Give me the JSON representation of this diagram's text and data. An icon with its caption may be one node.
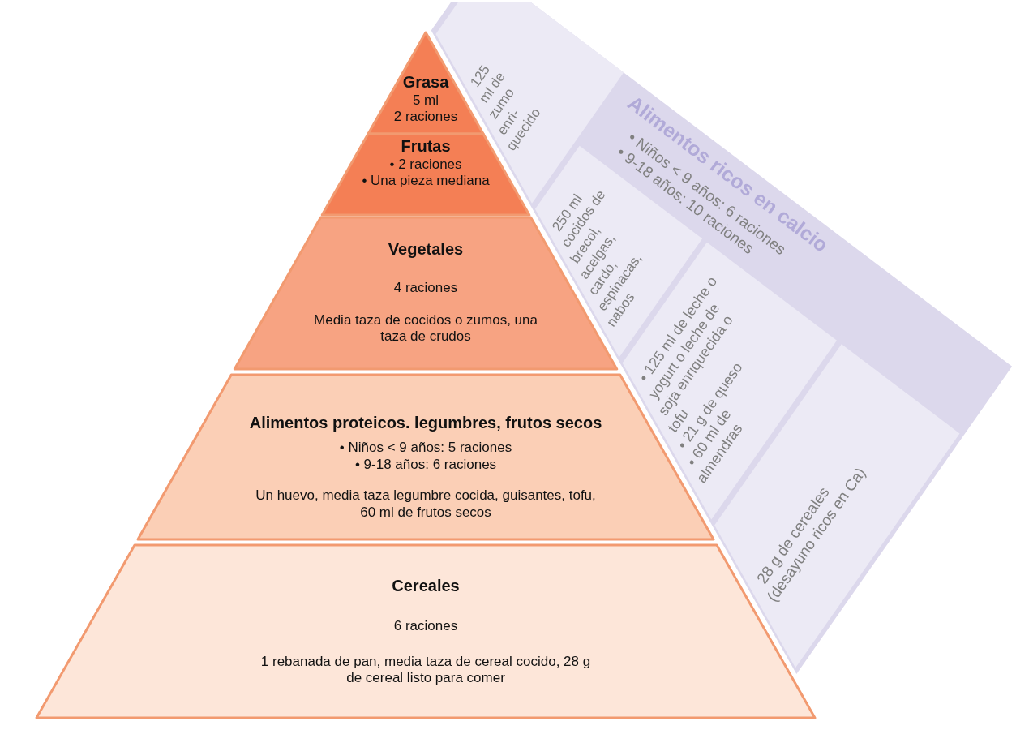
{
  "diagram": {
    "nodes": [
      {
        "text": [
          "Grasa",
          "5 ml",
          "2 raciones"
        ]
      },
      {
        "text": [
          "Frutas",
          "• 2 raciones",
          "• Una pieza mediana"
        ]
      },
      {
        "text": [
          "Vegetales",
          "4 raciones",
          "Media taza de cocidos o zumos, una taza de crudos"
        ]
      },
      {
        "text": [
          "Alimentos proteicos. legumbres, frutos secos",
          "• Niños < 9 años: 5 raciones",
          "• 9-18 años: 6 raciones",
          "Un huevo, media taza legumbre cocida, guisantes, tofu, 60 ml de frutos secos"
        ]
      },
      {
        "text": [
          "Cereales",
          "6 raciones",
          "1 rebanada de pan, media taza de cereal cocido, 28 g de cereal listo para comer"
        ]
      },
      {
        "text": [
          "Alimentos ricos en calcio",
          "• Niños < 9 años: 6 raciones",
          "• 9-18 años: 10 raciones"
        ]
      },
      {
        "text": [
          "125 ml de zumo enri- quecido"
        ],
        "in": 5
      },
      {
        "text": [
          "250 ml cocidos de brecol, acelgas, cardo, espinacas, nabos"
        ],
        "in": 5
      },
      {
        "text": [
          "• 125 ml de leche o yogurt o leche de soja enriquecida o tofu",
          "• 21 g de queso",
          "• 60 ml de almendras"
        ],
        "in": 5
      },
      {
        "text": [
          "28 g de cereales (desayuno ricos en Ca)"
        ],
        "in": 5
      }
    ]
  }
}
